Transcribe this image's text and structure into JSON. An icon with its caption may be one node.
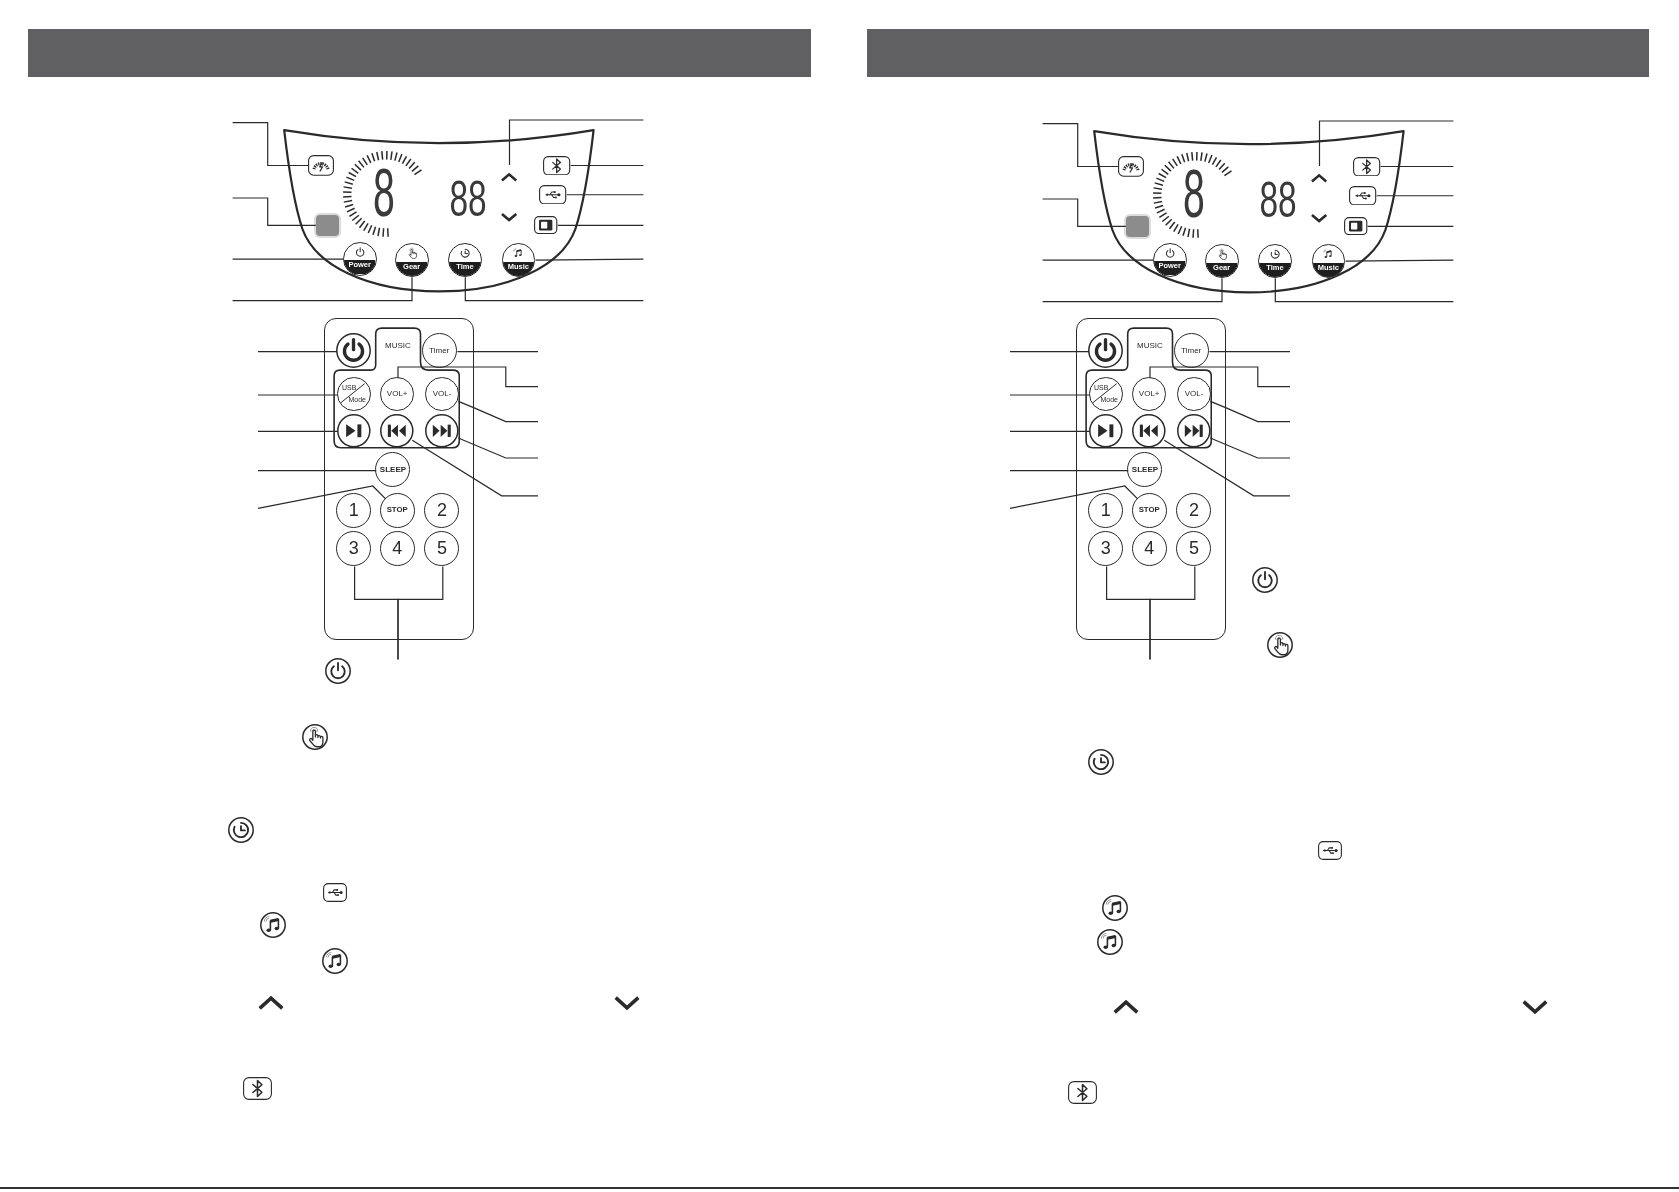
{
  "diagram": {
    "nodes": [
      {
        "text": [],
        "shape": "box"
      },
      {
        "text": [],
        "shape": "picture",
        "in": 0
      },
      {
        "text": [],
        "shape": "picture",
        "in": 0
      },
      {
        "text": [],
        "shape": "picture",
        "in": 0
      },
      {
        "text": [],
        "shape": "picture",
        "in": 0
      },
      {
        "text": [],
        "shape": "box",
        "in": 0
      },
      {
        "text": [],
        "shape": "picture",
        "in": 0
      },
      {
        "text": [
          "Power"
        ],
        "in": 0
      },
      {
        "text": [
          "Gear"
        ],
        "in": 0
      },
      {
        "text": [
          "Time"
        ],
        "in": 0
      },
      {
        "text": [
          "Music"
        ],
        "in": 0
      },
      {
        "text": [],
        "shape": "box"
      },
      {
        "text": [],
        "shape": "circle",
        "in": 11
      },
      {
        "text": [
          "MUSIC"
        ],
        "in": 11
      },
      {
        "text": [
          "Timer"
        ],
        "in": 11
      },
      {
        "text": [
          "USB",
          "Mode"
        ],
        "in": 13
      },
      {
        "text": [
          "VOL+"
        ],
        "in": 13
      },
      {
        "text": [
          "VOL-"
        ],
        "in": 13
      },
      {
        "text": [],
        "shape": "circle",
        "in": 13
      },
      {
        "text": [],
        "shape": "circle",
        "in": 13
      },
      {
        "text": [],
        "shape": "circle",
        "in": 13
      },
      {
        "text": [
          "SLEEP"
        ],
        "in": 11
      },
      {
        "text": [
          "1"
        ],
        "in": 11
      },
      {
        "text": [
          "STOP"
        ],
        "in": 11
      },
      {
        "text": [
          "2"
        ],
        "in": 11
      },
      {
        "text": [
          "3"
        ],
        "in": 11
      },
      {
        "text": [
          "4"
        ],
        "in": 11
      },
      {
        "text": [
          "5"
        ],
        "in": 11
      },
      {
        "text": [],
        "shape": "box"
      },
      {
        "text": [],
        "shape": "picture",
        "in": 28
      },
      {
        "text": [],
        "shape": "picture",
        "in": 28
      },
      {
        "text": [],
        "shape": "picture",
        "in": 28
      },
      {
        "text": [],
        "shape": "picture",
        "in": 28
      },
      {
        "text": [],
        "shape": "box",
        "in": 28
      },
      {
        "text": [],
        "shape": "picture",
        "in": 28
      },
      {
        "text": [
          "Power"
        ],
        "in": 28
      },
      {
        "text": [
          "Gear"
        ],
        "in": 28
      },
      {
        "text": [
          "Time"
        ],
        "in": 28
      },
      {
        "text": [
          "Music"
        ],
        "in": 28
      },
      {
        "text": [],
        "shape": "box"
      },
      {
        "text": [],
        "shape": "circle",
        "in": 39
      },
      {
        "text": [
          "MUSIC"
        ],
        "in": 39
      },
      {
        "text": [
          "Timer"
        ],
        "in": 39
      },
      {
        "text": [
          "USB",
          "Mode"
        ],
        "in": 41
      },
      {
        "text": [
          "VOL+"
        ],
        "in": 41
      },
      {
        "text": [
          "VOL-"
        ],
        "in": 41
      },
      {
        "text": [],
        "shape": "circle",
        "in": 41
      },
      {
        "text": [],
        "shape": "circle",
        "in": 41
      },
      {
        "text": [],
        "shape": "circle",
        "in": 41
      },
      {
        "text": [
          "SLEEP"
        ],
        "in": 39
      },
      {
        "text": [
          "1"
        ],
        "in": 39
      },
      {
        "text": [
          "STOP"
        ],
        "in": 39
      },
      {
        "text": [
          "2"
        ],
        "in": 39
      },
      {
        "text": [
          "3"
        ],
        "in": 39
      },
      {
        "text": [
          "4"
        ],
        "in": 39
      },
      {
        "text": [
          "5"
        ],
        "in": 39
      }
    ],
    "edges": [
      {
        "from": null,
        "to": 1,
        "arrow": "none"
      },
      {
        "from": null,
        "to": 5,
        "arrow": "none"
      },
      {
        "from": null,
        "to": 7,
        "arrow": "none"
      },
      {
        "from": null,
        "to": 8,
        "arrow": "none"
      },
      {
        "from": null,
        "to": 2,
        "arrow": "none"
      },
      {
        "from": null,
        "to": 3,
        "arrow": "none"
      },
      {
        "from": null,
        "to": 4,
        "arrow": "none"
      },
      {
        "from": null,
        "to": 6,
        "arrow": "none"
      },
      {
        "from": null,
        "to": 10,
        "arrow": "none"
      },
      {
        "from": null,
        "to": 9,
        "arrow": "none"
      },
      {
        "from": null,
        "to": 12,
        "arrow": "none"
      },
      {
        "from": null,
        "to": 15,
        "arrow": "none"
      },
      {
        "from": null,
        "to": 18,
        "arrow": "none"
      },
      {
        "from": null,
        "to": 21,
        "arrow": "none"
      },
      {
        "from": null,
        "to": 23,
        "arrow": "none"
      },
      {
        "from": null,
        "to": 14,
        "arrow": "none"
      },
      {
        "from": null,
        "to": 16,
        "arrow": "none"
      },
      {
        "from": null,
        "to": 17,
        "arrow": "none"
      },
      {
        "from": null,
        "to": 20,
        "arrow": "none"
      },
      {
        "from": null,
        "to": 19,
        "arrow": "none"
      },
      {
        "from": null,
        "to": 25,
        "arrow": "none"
      },
      {
        "from": null,
        "to": 27,
        "arrow": "none"
      },
      {
        "from": null,
        "to": 29,
        "arrow": "none"
      },
      {
        "from": null,
        "to": 33,
        "arrow": "none"
      },
      {
        "from": null,
        "to": 35,
        "arrow": "none"
      },
      {
        "from": null,
        "to": 36,
        "arrow": "none"
      },
      {
        "from": null,
        "to": 30,
        "arrow": "none"
      },
      {
        "from": null,
        "to": 31,
        "arrow": "none"
      },
      {
        "from": null,
        "to": 32,
        "arrow": "none"
      },
      {
        "from": null,
        "to": 34,
        "arrow": "none"
      },
      {
        "from": null,
        "to": 38,
        "arrow": "none"
      },
      {
        "from": null,
        "to": 37,
        "arrow": "none"
      },
      {
        "from": null,
        "to": 40,
        "arrow": "none"
      },
      {
        "from": null,
        "to": 43,
        "arrow": "none"
      },
      {
        "from": null,
        "to": 46,
        "arrow": "none"
      },
      {
        "from": null,
        "to": 49,
        "arrow": "none"
      },
      {
        "from": null,
        "to": 51,
        "arrow": "none"
      },
      {
        "from": null,
        "to": 42,
        "arrow": "none"
      },
      {
        "from": null,
        "to": 44,
        "arrow": "none"
      },
      {
        "from": null,
        "to": 45,
        "arrow": "none"
      },
      {
        "from": null,
        "to": 48,
        "arrow": "none"
      },
      {
        "from": null,
        "to": 47,
        "arrow": "none"
      },
      {
        "from": null,
        "to": 53,
        "arrow": "none"
      },
      {
        "from": null,
        "to": 55,
        "arrow": "none"
      }
    ],
    "labels": [
      "8",
      "88",
      "8",
      "88"
    ]
  }
}
